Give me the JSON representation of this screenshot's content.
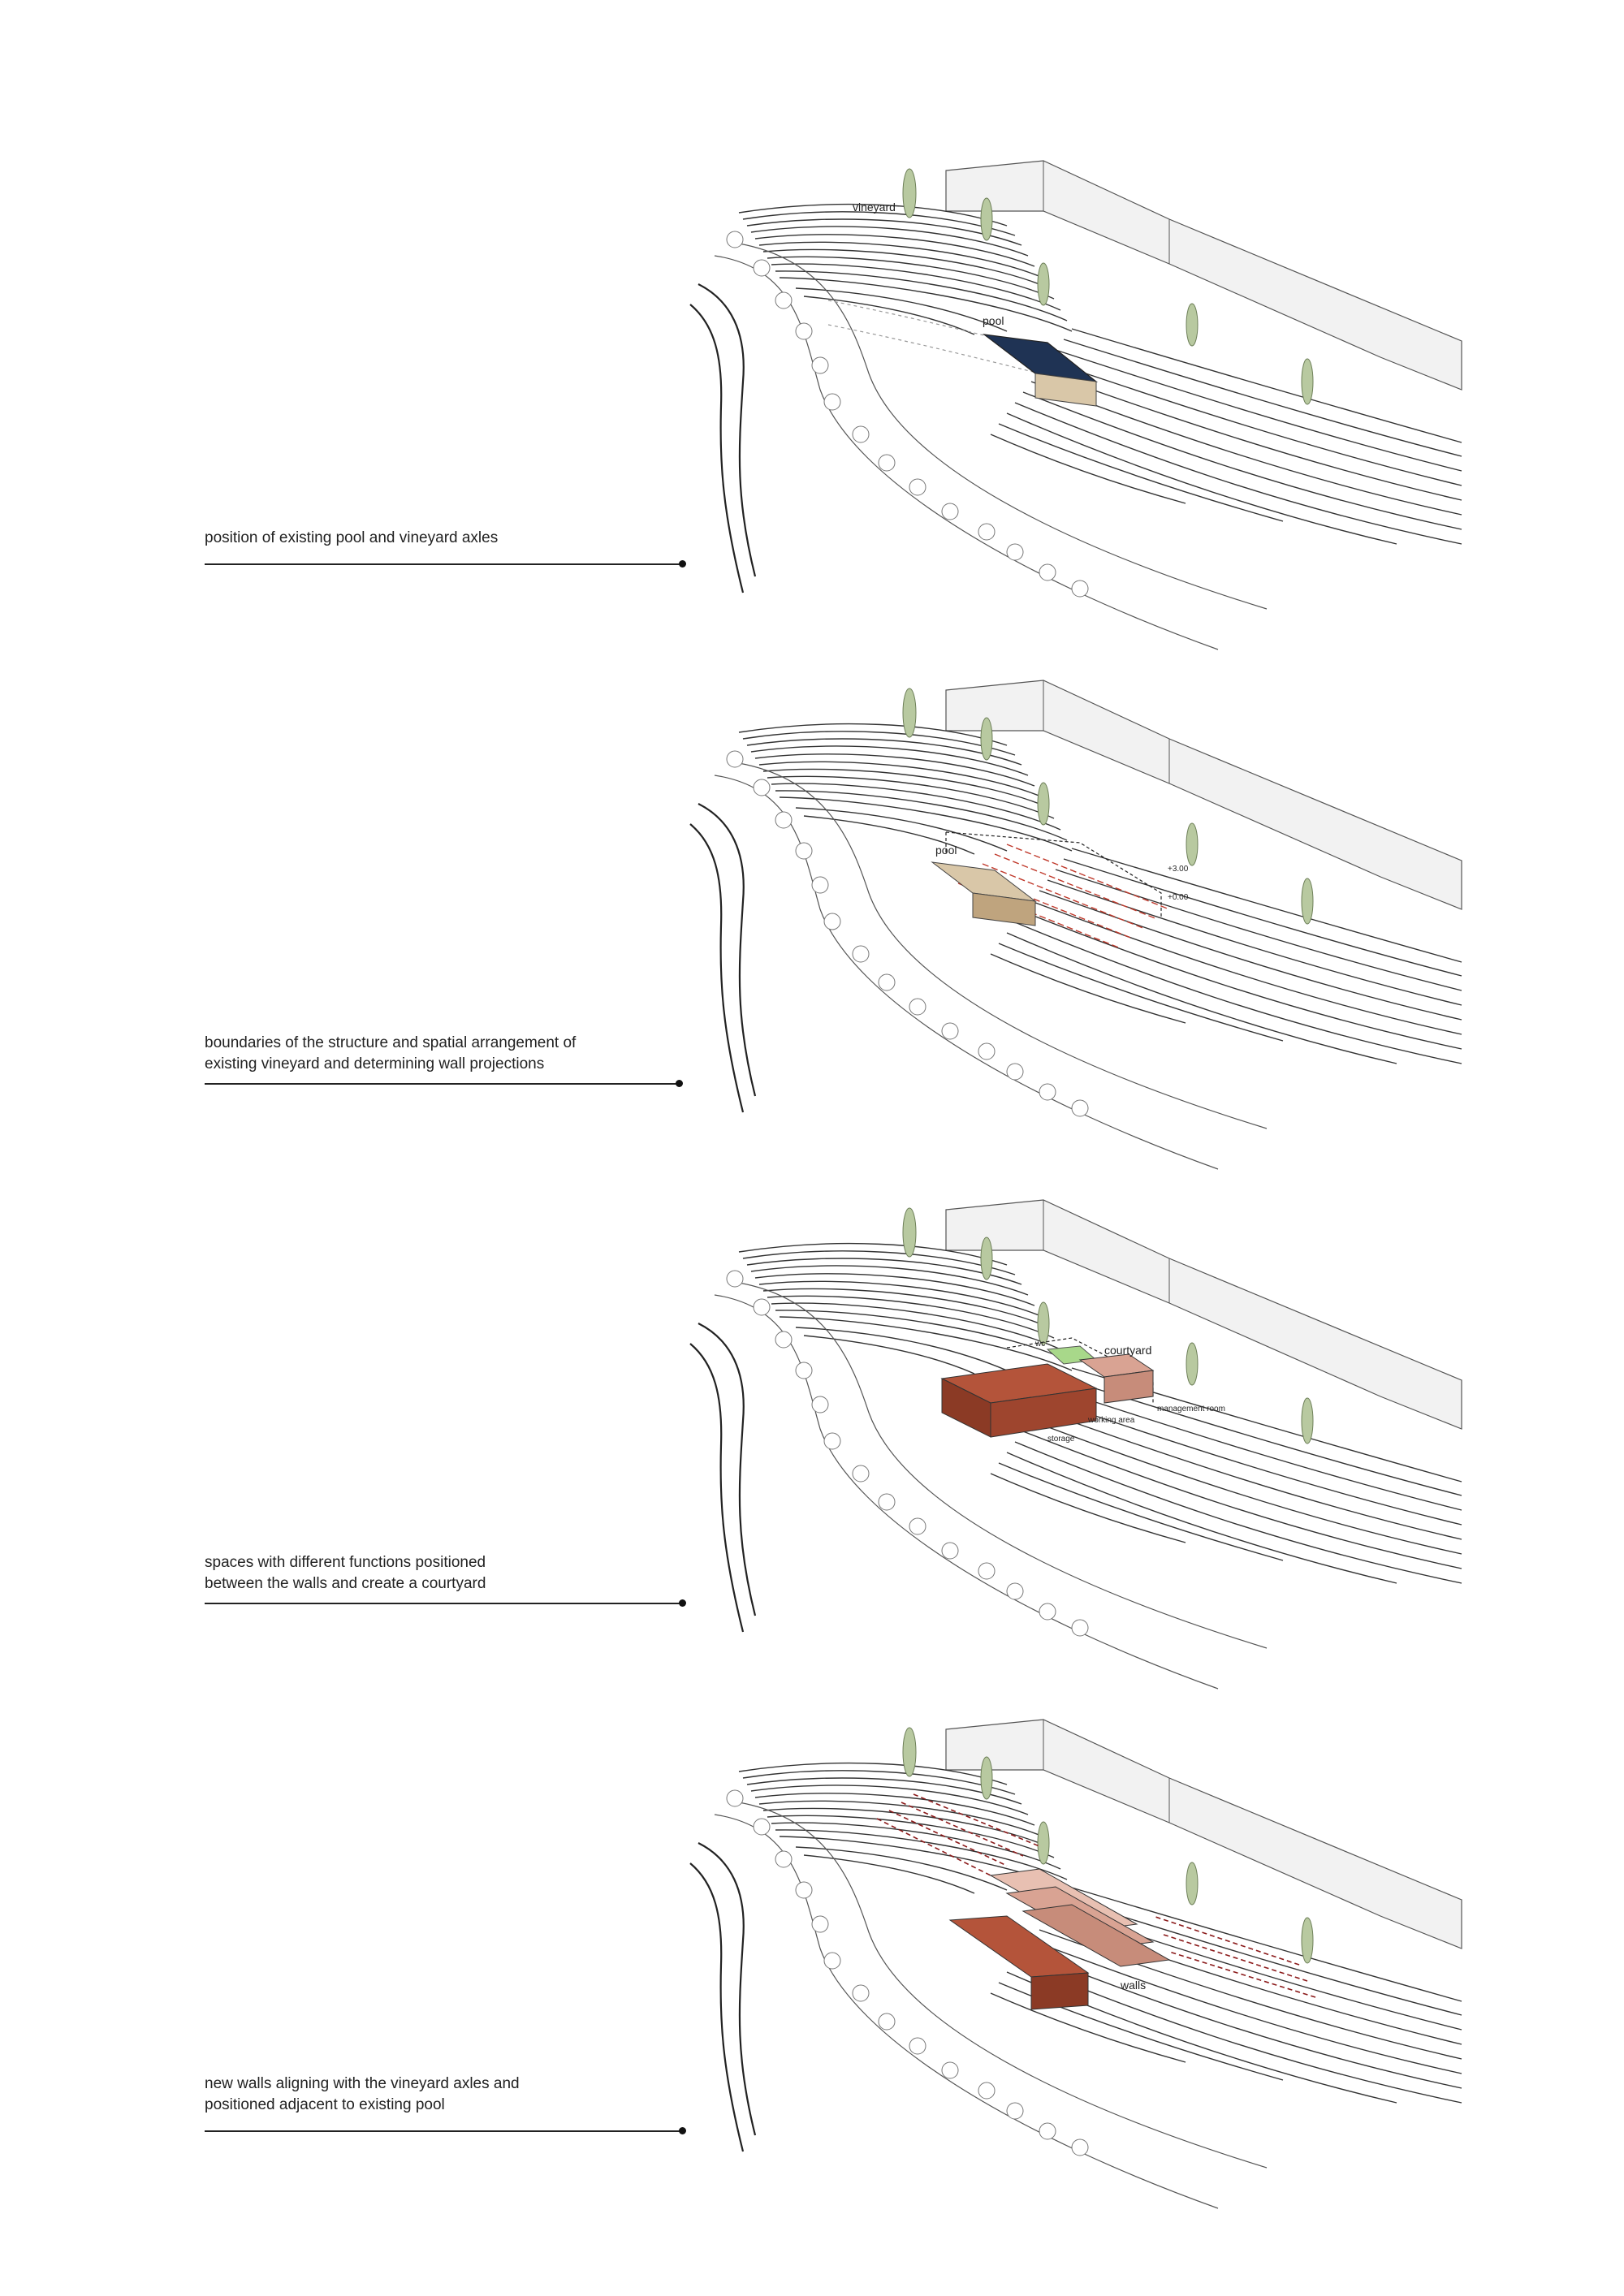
{
  "panels": [
    {
      "caption": [
        "position of existing pool and vineyard axles"
      ],
      "labels": {
        "vineyard": "vineyard",
        "pool": "pool"
      }
    },
    {
      "caption": [
        "boundaries of the structure and spatial arrangement of",
        "existing vineyard and determining wall projections"
      ],
      "labels": {
        "pool": "pool",
        "level_high": "+3.00",
        "level_low": "+0.00"
      }
    },
    {
      "caption": [
        "spaces with different functions positioned",
        "between the walls and create a courtyard"
      ],
      "labels": {
        "wc": "wc",
        "courtyard": "courtyard",
        "management_room": "management room",
        "working_area": "working area",
        "storage": "storage"
      }
    },
    {
      "caption": [
        "new walls aligning with the vineyard axles and",
        "positioned adjacent to existing pool"
      ],
      "labels": {
        "walls": "walls"
      }
    }
  ],
  "colors": {
    "pool_water": "#1f3354",
    "pool_edge": "#d9c7a8",
    "brick": "#b4543a",
    "brick_light": "#d9a393",
    "courtyard_green": "#a8d88a",
    "cypress": "#b8c9a0",
    "projection_red": "#c0392b"
  }
}
